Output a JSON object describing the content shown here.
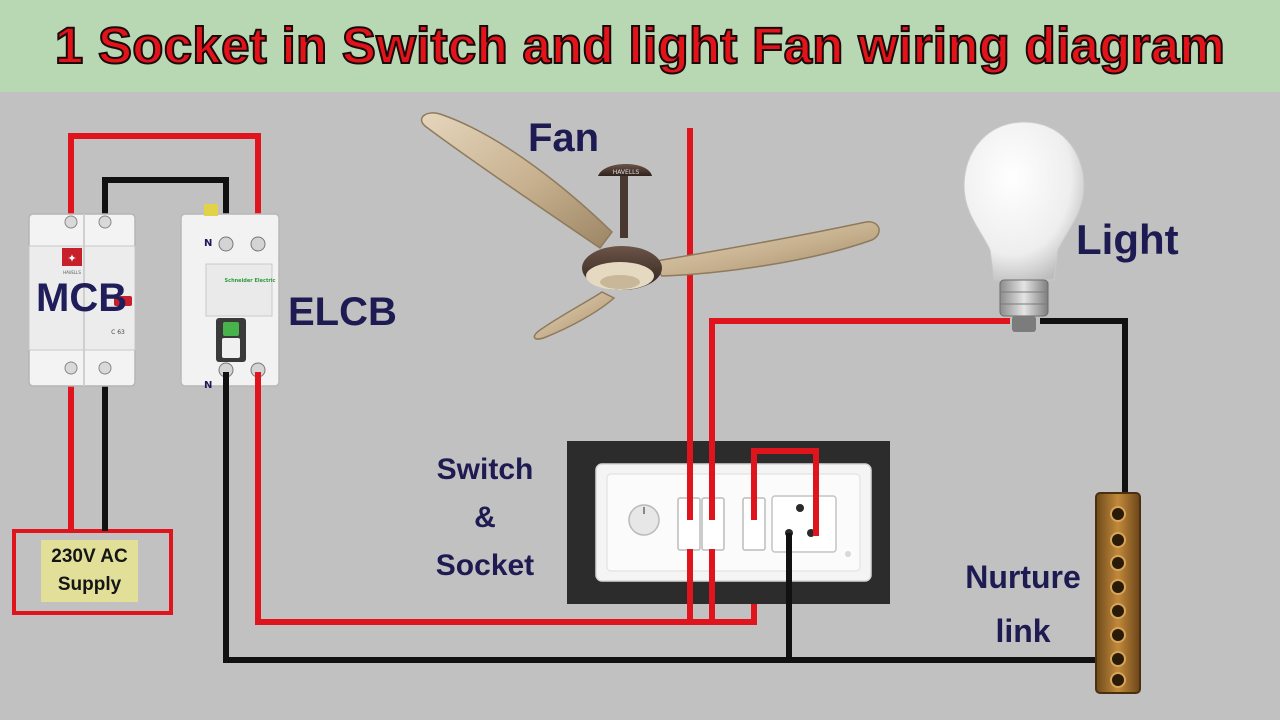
{
  "title": "1 Socket in Switch and light Fan wiring diagram",
  "labels": {
    "mcb": "MCB",
    "elcb": "ELCB",
    "fan": "Fan",
    "light": "Light",
    "switch_line1": "Switch",
    "switch_line2": "&",
    "switch_line3": "Socket",
    "nurture_line1": "Nurture",
    "nurture_line2": "link",
    "supply_line1": "230V AC",
    "supply_line2": "Supply"
  },
  "device_marks": {
    "fan_brand": "HAVELLS",
    "mcb_brand": "HAVELLS",
    "mcb_rating": "C 63",
    "elcb_brand": "Schneider Electric",
    "terminal_n": "N"
  },
  "colors": {
    "title_text": "#e2141a",
    "title_band": "#b8d8b4",
    "background": "#c1c1c1",
    "label_text": "#1d1b52",
    "phase_wire": "#e0141c",
    "neutral_wire": "#111111",
    "supply_box": "#e1df98"
  }
}
